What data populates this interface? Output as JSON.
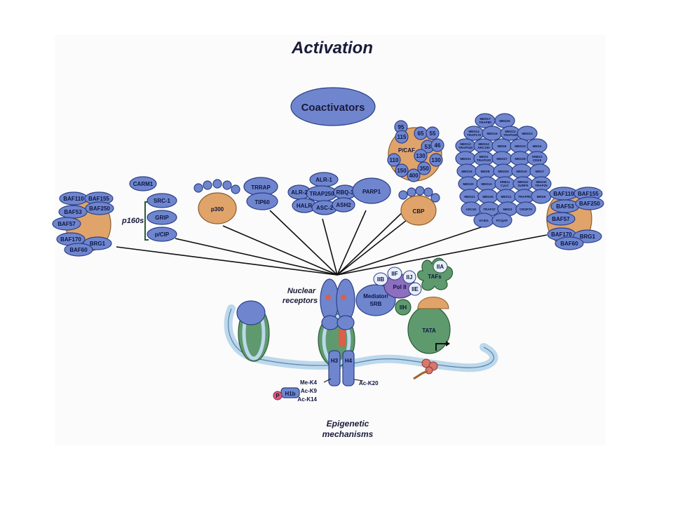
{
  "title": "Activation",
  "coactivators": "Coactivators",
  "swi_snf_left": [
    "BAF110",
    "BAF155",
    "BAF53",
    "BAF250",
    "BAF57",
    "BAF170",
    "BRG1",
    "BAF60"
  ],
  "swi_snf_right": [
    "BAF110",
    "BAF155",
    "BAF53",
    "BAF250",
    "BAF57",
    "BAF170",
    "BRG1",
    "BAF60"
  ],
  "p160s": {
    "label": "p160s",
    "carm1": "CARM1",
    "members": [
      "SRC-1",
      "GRIP",
      "p/CIP"
    ]
  },
  "p300": "p300",
  "trrap": [
    "TRRAP",
    "TIP60"
  ],
  "alr": [
    "ALR-1",
    "ALR-2",
    "TRAP250",
    "RBQ-3",
    "HALR",
    "ASC-2",
    "ASH2"
  ],
  "parp1": "PARP1",
  "cbp": "CBP",
  "pcaf": {
    "label": "P/CAF",
    "subunits": [
      "95",
      "65",
      "55",
      "115",
      "53",
      "46",
      "130",
      "110",
      "150",
      "350",
      "400",
      "130"
    ]
  },
  "mediator_subunits": [
    "MED17/TRAP80",
    "MED26",
    "MED14/TRAP170",
    "MED16",
    "MED12/TRAP230",
    "MED23",
    "MED13/TRAP240",
    "MED24/ARC100",
    "MED6",
    "MED15",
    "MED4",
    "MED31",
    "MED1/TRAP220",
    "MED27",
    "MED28",
    "SRB10/CDK8",
    "MED18",
    "MED8",
    "MED29",
    "MED19",
    "MED7",
    "MED20",
    "MED10",
    "SRB11/CycC",
    "MED22/SURF5",
    "MED30/TRAP25",
    "MED21",
    "MED25",
    "MED11",
    "TRAP95",
    "MED9",
    "ARC92",
    "TRAP37",
    "MED3",
    "CRSP70",
    "ACID1",
    "PCQAP"
  ],
  "nuclear_receptors": "Nuclear receptors",
  "gtf": {
    "iib": "IIB",
    "iif": "IIF",
    "iij": "IIJ",
    "iie": "IIE",
    "iih": "IIH",
    "iia": "IIA",
    "pol2": "Pol II",
    "tafs": "TAFs",
    "tata": "TATA",
    "mediator": "Mediator/ SRB"
  },
  "histones": {
    "h3": "H3",
    "h4": "H4",
    "h1b": "H1b",
    "p": "P"
  },
  "marks": {
    "me_k4": "Me-K4",
    "ac_k9": "Ac-K9",
    "ac_k14": "Ac-K14",
    "ac_k20": "Ac-K20"
  },
  "epigenetic": "Epigenetic mechanisms",
  "colors": {
    "protein": "#6f86cf",
    "outline": "#2b3f86",
    "accent": "#e0a46a",
    "chromatin": "#5e9a6d",
    "dna": "#bcd8ec"
  }
}
